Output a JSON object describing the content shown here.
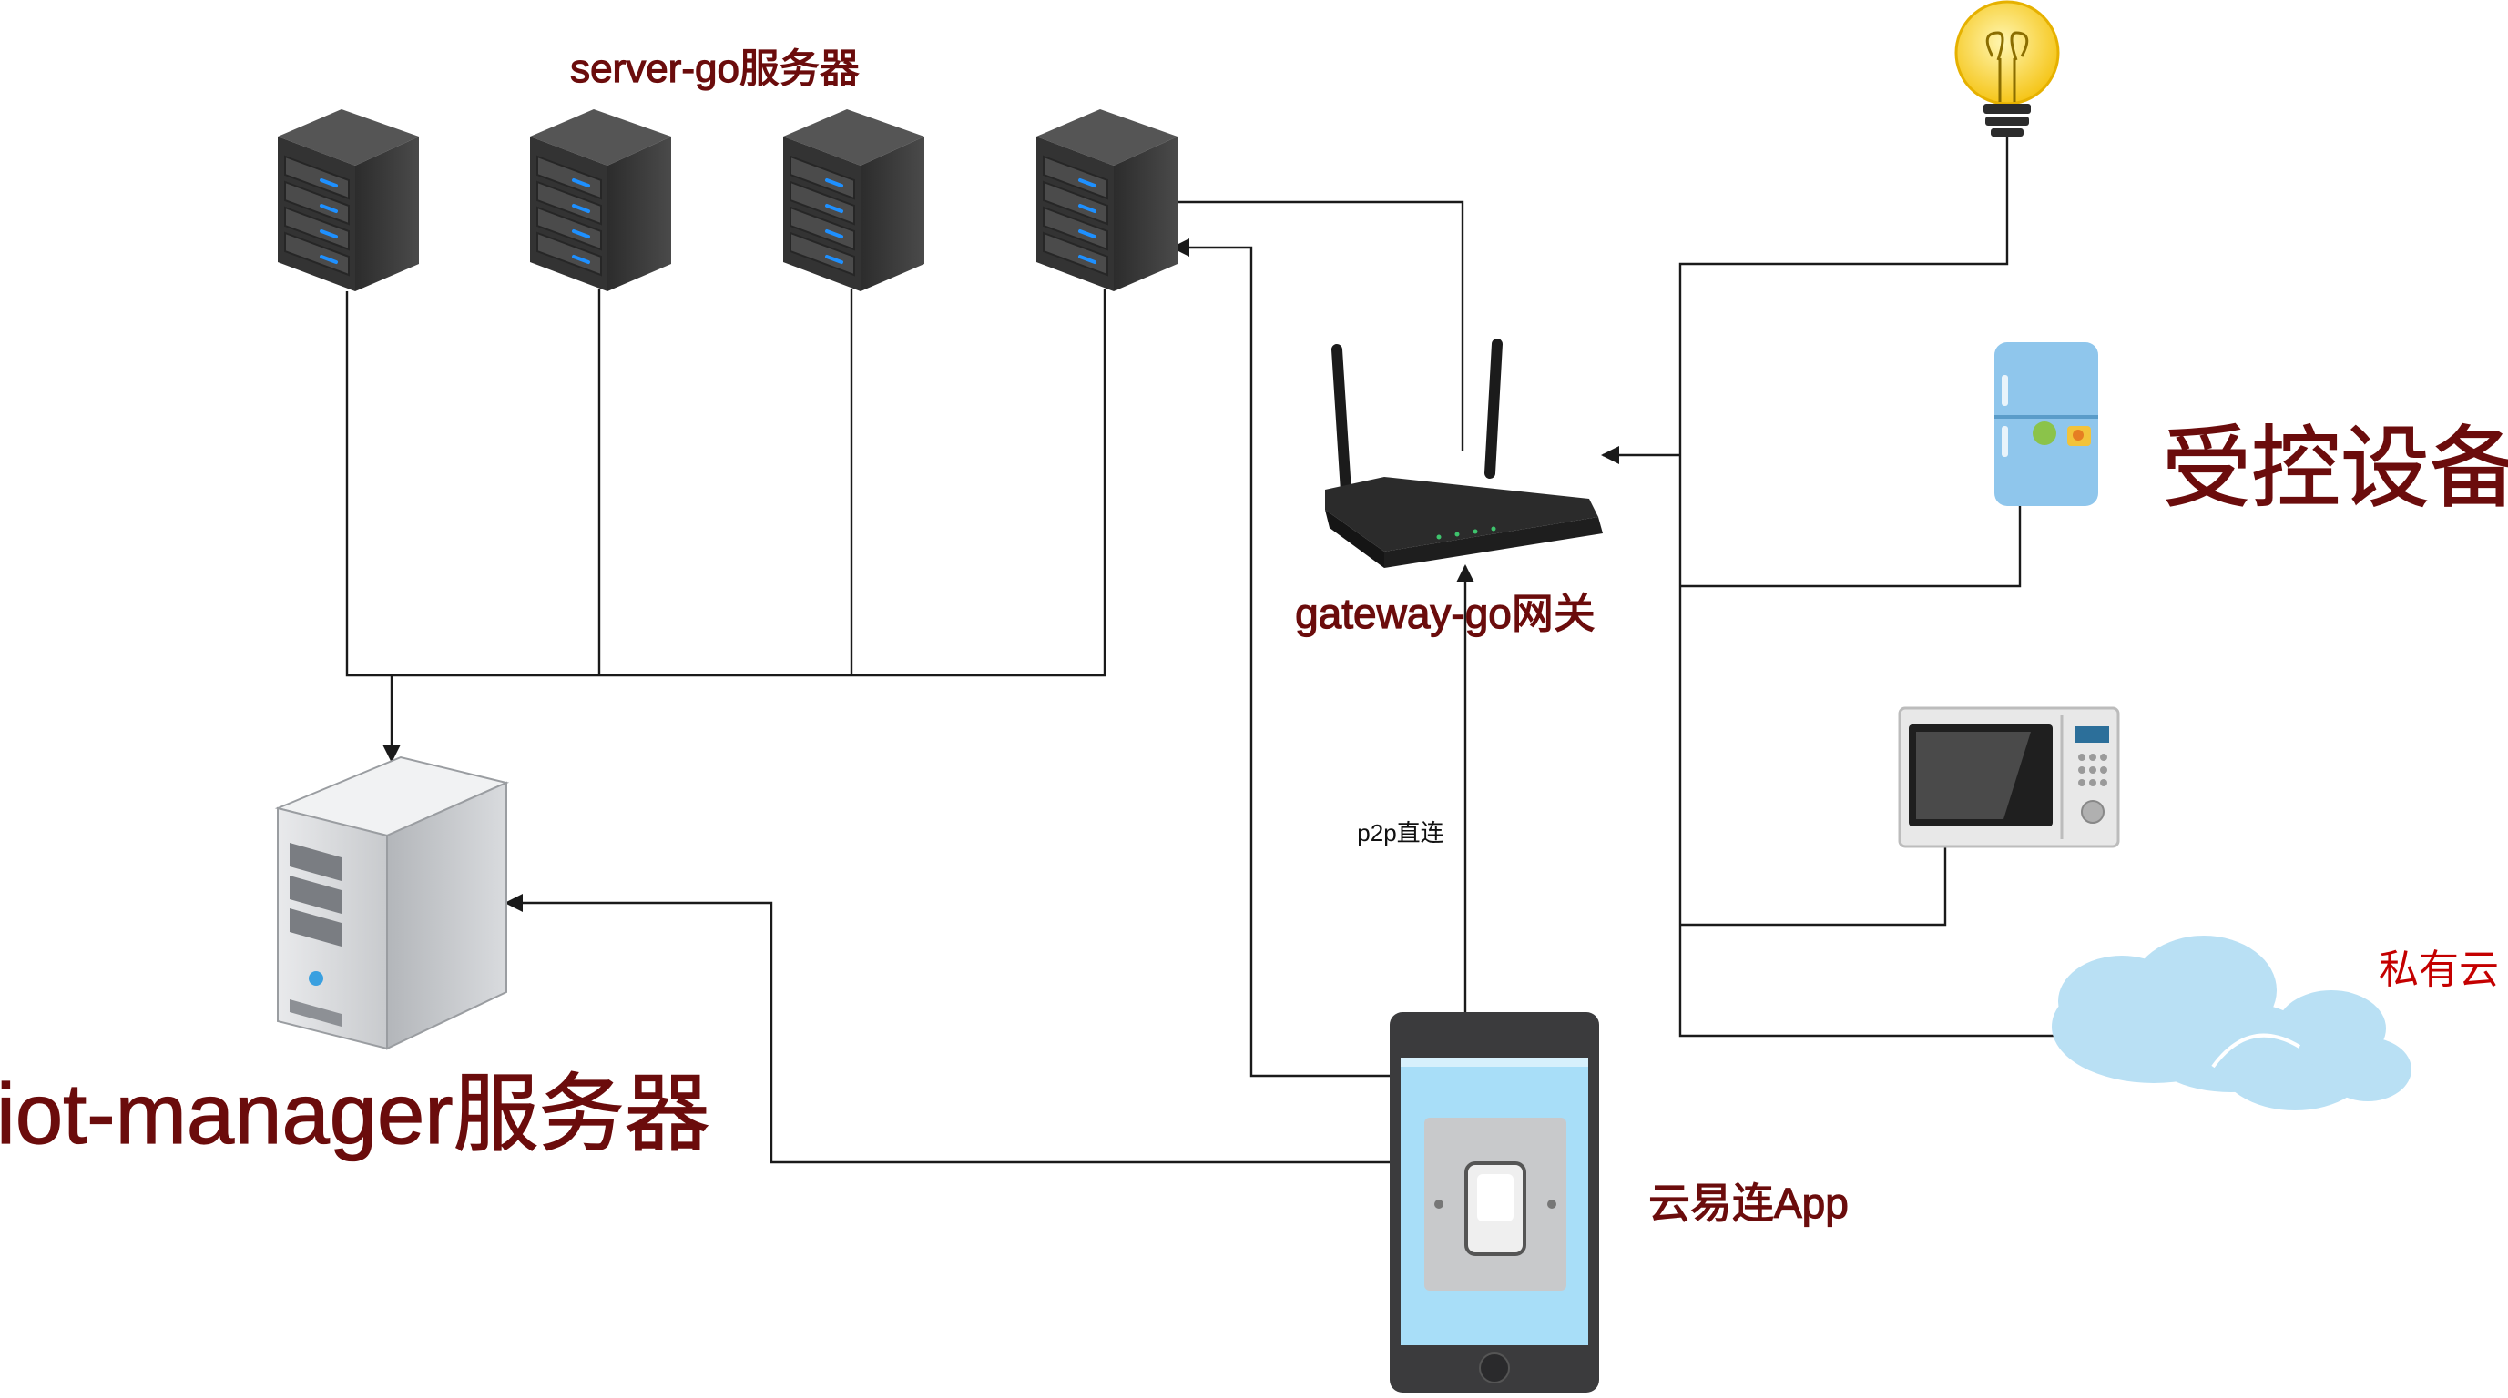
{
  "labels": {
    "server_cluster": "server-go服务器",
    "gateway": "gateway-go网关",
    "controlled_devices": "受控设备",
    "iot_manager": "iot-manager服务器",
    "app": "云易连App",
    "p2p": "p2p直连",
    "private_cloud": "私有云"
  },
  "nodes": {
    "servers": [
      "server-1",
      "server-2",
      "server-3",
      "server-4"
    ],
    "gateway": "wifi-router-icon",
    "manager": "tower-server-icon",
    "app": "smartphone-icon",
    "devices": [
      "light-bulb-icon",
      "refrigerator-icon",
      "microwave-icon",
      "cloud-icon"
    ]
  },
  "edges": [
    {
      "from": "server-go服务器",
      "to": "iot-manager服务器"
    },
    {
      "from": "gateway-go网关",
      "to": "server-4"
    },
    {
      "from": "云易连App",
      "to": "server-4"
    },
    {
      "from": "云易连App",
      "to": "iot-manager服务器"
    },
    {
      "from": "云易连App",
      "to": "gateway-go网关",
      "label": "p2p直连"
    },
    {
      "from": "受控设备",
      "to": "gateway-go网关"
    }
  ],
  "colors": {
    "label_dark_red": "#6b0c0c",
    "label_red": "#c40000",
    "connector": "#1a1a1a",
    "server_body": "#3a3a3a",
    "server_led": "#1e90ff",
    "phone_screen": "#a8def8",
    "cloud": "#b9e0f4"
  }
}
